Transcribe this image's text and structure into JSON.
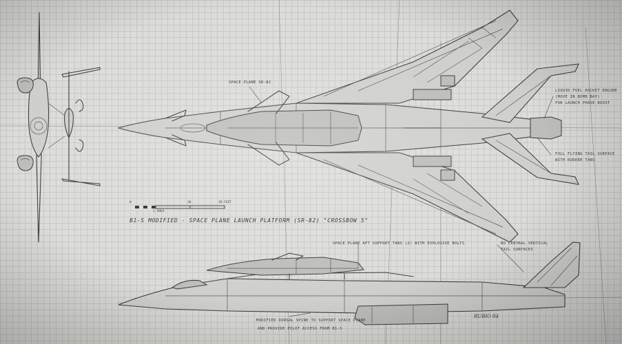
{
  "drawing": {
    "title": "B1-S  MODIFIED - SPACE PLANE LAUNCH PLATFORM (SR-82)  \"CROSSBOW 5\"",
    "signature": "RUBIO 84"
  },
  "scale_bar": {
    "labels": [
      "0",
      "1 INCH",
      "20",
      "30 FEET"
    ]
  },
  "notes": {
    "space_plane": "SPACE PLANE SR-82",
    "engine_line1": "LIQUID FUEL ROCKET ENGINE",
    "engine_line2": "(MOVE IN BOMB BAY)",
    "engine_line3": "FOR LAUNCH PHASE BOOST",
    "tail_line1": "FULL FLYING TAIL SURFACE",
    "tail_line2": "WITH RUDDER TABS",
    "supports": "SPACE PLANE AFT SUPPORT TABS (2) WITH EXPLOSIVE BOLTS",
    "vertical_line1": "NO CENTRAL VERTICAL",
    "vertical_line2": "TAIL SURFACES",
    "dorsal_line1": "MODIFIED DORSAL SPINE TO SUPPORT SPACE PLANE",
    "dorsal_line2": "AND PROVIDE PILOT ACCESS FROM B1-S"
  }
}
